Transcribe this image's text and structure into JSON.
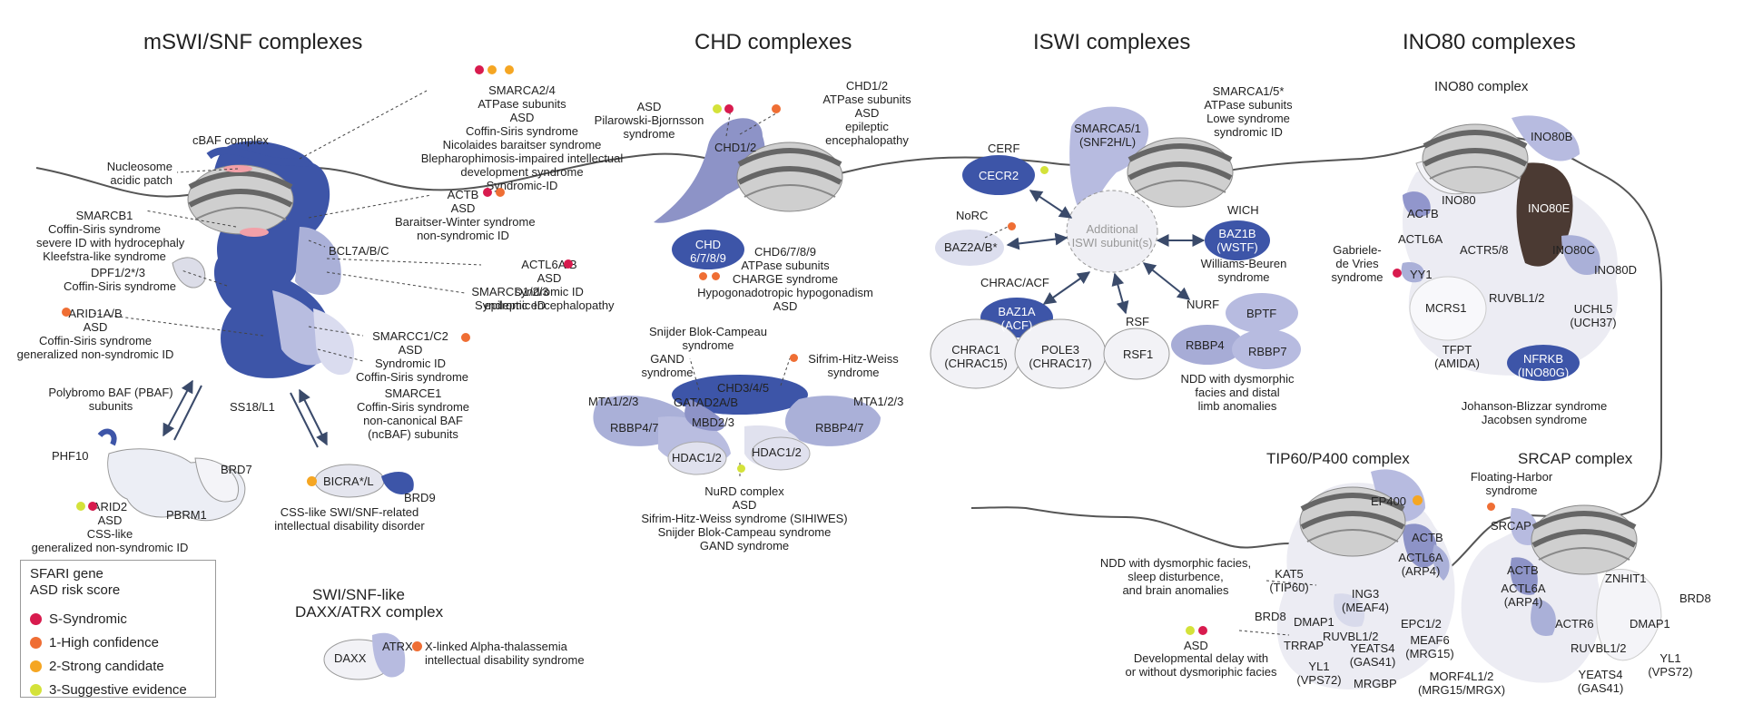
{
  "headers": {
    "mswi": "mSWI/SNF complexes",
    "chd": "CHD complexes",
    "iswi": "ISWI complexes",
    "ino80": "INO80 complexes"
  },
  "colors": {
    "syndromic": "#d81b4e",
    "high": "#ef6e34",
    "strong": "#f5a623",
    "suggestive": "#d4e23a",
    "dark_blue": "#3d55a8",
    "light_purple": "#aab0d8",
    "nucleosome_grey": "#c9c9c9",
    "ino80e_brown": "#4b3a33"
  },
  "legend": {
    "title_1": "SFARI gene",
    "title_2": "ASD risk score",
    "s": "S-Syndromic",
    "h": "1-High confidence",
    "c": "2-Strong candidate",
    "e": "3-Suggestive evidence"
  },
  "mswi": {
    "cbaf": "cBAF complex",
    "nucleosome_1": "Nucleosome",
    "nucleosome_2": "acidic patch",
    "smarca24": "SMARCA2/4",
    "smarca24_1": "ATPase subunits",
    "smarca24_2": "ASD",
    "smarca24_3": "Coffin-Siris syndrome",
    "smarca24_4": "Nicolaides baraitser syndrome",
    "smarca24_5": "Blepharophimosis-impaired intellectual",
    "smarca24_6": "development syndrome",
    "synd_id": "Syndromic-ID",
    "actb": "ACTB",
    "actb_1": "ASD",
    "actb_2": "Baraitser-Winter syndrome",
    "actb_3": "non-syndromic ID",
    "smarcb1": "SMARCB1",
    "smarcb1_1": "Coffin-Siris syndrome",
    "smarcb1_2": "severe ID with hydrocephaly",
    "smarcb1_3": "Kleefstra-like syndrome",
    "bcl7": "BCL7A/B/C",
    "dpf": "DPF1/2*/3",
    "dpf_1": "Coffin-Siris syndrome",
    "actl6": "ACTL6A/B",
    "actl6_1": "ASD",
    "actl6_2": "syndromic ID",
    "actl6_3": "epileptic encephalopathy",
    "smarcd": "SMARCD1/2/3",
    "smarcd_1": "Syndromic ID",
    "arid1": "ARID1A/B",
    "arid1_1": "ASD",
    "arid1_2": "Coffin-Siris syndrome",
    "arid1_3": "generalized non-syndromic ID",
    "smarcc": "SMARCC1/C2",
    "smarcc_1": "ASD",
    "smarcc_2": "Syndromic ID",
    "smarcc_3": "Coffin-Siris syndrome",
    "smarce1": "SMARCE1",
    "smarce1_1": "Coffin-Siris syndrome",
    "ncbaf_1": "non-canonical BAF",
    "ncbaf_2": "(ncBAF) subunits",
    "pbaf_1": "Polybromo BAF (PBAF)",
    "pbaf_2": "subunits",
    "ss18": "SS18/L1",
    "phf10": "PHF10",
    "brd7": "BRD7",
    "pbrm1": "PBRM1",
    "arid2": "ARID2",
    "arid2_1": "ASD",
    "arid2_2": "CSS-like",
    "arid2_3": "generalized non-syndromic ID",
    "bicra": "BICRA*/L",
    "brd9": "BRD9",
    "css_1": "CSS-like SWI/SNF-related",
    "css_2": "intellectual disability disorder"
  },
  "daxx": {
    "title_1": "SWI/SNF-like",
    "title_2": "DAXX/ATRX complex",
    "daxx": "DAXX",
    "atrx": "ATRX",
    "xl_1": "X-linked Alpha-thalassemia",
    "xl_2": "intellectual disability syndrome"
  },
  "chd": {
    "asd": "ASD",
    "pb_1": "Pilarowski-Bjornsson",
    "pb_2": "syndrome",
    "chd12": "CHD1/2",
    "chd12_r0": "CHD1/2",
    "chd12_r1": "ATPase subunits",
    "chd12_r2": "ASD",
    "chd12_r3": "epileptic",
    "chd12_r4": "encephalopathy",
    "chd6_1": "CHD",
    "chd6_2": "6/7/8/9",
    "chd6_r0": "CHD6/7/8/9",
    "chd6_r1": "ATPase subunits",
    "chd6_r2": "CHARGE syndrome",
    "chd6_r3": "Hypogonadotropic hypogonadism",
    "chd6_r4": "ASD",
    "sbc_1": "Snijder Blok-Campeau",
    "sbc_2": "syndrome",
    "gand_1": "GAND",
    "gand_2": "syndrome",
    "shw_1": "Sifrim-Hitz-Weiss",
    "shw_2": "syndrome",
    "chd345": "CHD3/4/5",
    "gatad": "GATAD2A/B",
    "mta_l": "MTA1/2/3",
    "mta_r": "MTA1/2/3",
    "mbd": "MBD2/3",
    "rbbp_l": "RBBP4/7",
    "rbbp_r": "RBBP4/7",
    "hdac_l": "HDAC1/2",
    "hdac_r": "HDAC1/2",
    "nurd_1": "NuRD complex",
    "nurd_2": "ASD",
    "nurd_3": "Sifrim-Hitz-Weiss syndrome (SIHIWES)",
    "nurd_4": "Snijder Blok-Campeau syndrome",
    "nurd_5": "GAND syndrome"
  },
  "iswi": {
    "cerf": "CERF",
    "cecr2": "CECR2",
    "smarca5_1": "SMARCA5/1",
    "smarca5_2": "(SNF2H/L)",
    "smarca15_1": "SMARCA1/5*",
    "smarca15_2": "ATPase subunits",
    "smarca15_3": "Lowe syndrome",
    "smarca15_4": "syndromic ID",
    "norc": "NoRC",
    "baz2a": "BAZ2A/B*",
    "add_1": "Additional",
    "add_2": "ISWI subunit(s)",
    "wich": "WICH",
    "baz1b_1": "BAZ1B",
    "baz1b_2": "(WSTF)",
    "wb_1": "Williams-Beuren",
    "wb_2": "syndrome",
    "chrac_acf": "CHRAC/ACF",
    "baz1a_1": "BAZ1A",
    "baz1a_2": "(ACF)",
    "chrac1_1": "CHRAC1",
    "chrac1_2": "(CHRAC15)",
    "pole3_1": "POLE3",
    "pole3_2": "(CHRAC17)",
    "rsf": "RSF",
    "rsf1": "RSF1",
    "nurf": "NURF",
    "bptf": "BPTF",
    "rbbp4": "RBBP4",
    "rbbp7": "RBBP7",
    "ndd_1": "NDD with dysmorphic",
    "ndd_2": "facies and distal",
    "ndd_3": "limb anomalies"
  },
  "ino80": {
    "complex": "INO80 complex",
    "ino80b": "INO80B",
    "ino80": "INO80",
    "ino80e": "INO80E",
    "actb": "ACTB",
    "actl6a": "ACTL6A",
    "actr58": "ACTR5/8",
    "ino80c": "INO80C",
    "ino80d": "INO80D",
    "gdv_1": "Gabriele-",
    "gdv_2": "de Vries",
    "gdv_3": "syndrome",
    "yy1": "YY1",
    "mcrs1": "MCRS1",
    "ruvbl": "RUVBL1/2",
    "uchl5_1": "UCHL5",
    "uchl5_2": "(UCH37)",
    "tfpt_1": "TFPT",
    "tfpt_2": "(AMIDA)",
    "nfrkb_1": "NFRKB",
    "nfrkb_2": "(INO80G)",
    "jb": "Johanson-Blizzar syndrome",
    "jac": "Jacobsen syndrome"
  },
  "tip60": {
    "title": "TIP60/P400 complex",
    "ep400": "EP400",
    "actb": "ACTB",
    "actl6a_1": "ACTL6A",
    "actl6a_2": "(ARP4)",
    "ndd_1": "NDD with dysmorphic facies,",
    "ndd_2": "sleep disturbence,",
    "ndd_3": "and brain anomalies",
    "kat5_1": "KAT5",
    "kat5_2": "(TIP60)",
    "ing3_1": "ING3",
    "ing3_2": "(MEAF4)",
    "epc": "EPC1/2",
    "brd8": "BRD8",
    "dmap1": "DMAP1",
    "ruvbl": "RUVBL1/2",
    "yeats4_1": "YEATS4",
    "yeats4_2": "(GAS41)",
    "meaf6_1": "MEAF6",
    "meaf6_2": "(MRG15)",
    "asd": "ASD",
    "trrap": "TRRAP",
    "dd_1": "Developmental delay with",
    "dd_2": "or without dysmoriphic facies",
    "yl1_1": "YL1",
    "yl1_2": "(VPS72)",
    "mrgbp": "MRGBP",
    "morf_1": "MORF4L1/2",
    "morf_2": "(MRG15/MRGX)"
  },
  "srcap": {
    "title": "SRCAP complex",
    "fh_1": "Floating-Harbor",
    "fh_2": "syndrome",
    "srcap": "SRCAP",
    "actb": "ACTB",
    "actl6a_1": "ACTL6A",
    "actl6a_2": "(ARP4)",
    "actr6": "ACTR6",
    "znhit1": "ZNHIT1",
    "brd8": "BRD8",
    "dmap1": "DMAP1",
    "ruvbl": "RUVBL1/2",
    "yeats4_1": "YEATS4",
    "yeats4_2": "(GAS41)",
    "yl1_1": "YL1",
    "yl1_2": "(VPS72)"
  }
}
